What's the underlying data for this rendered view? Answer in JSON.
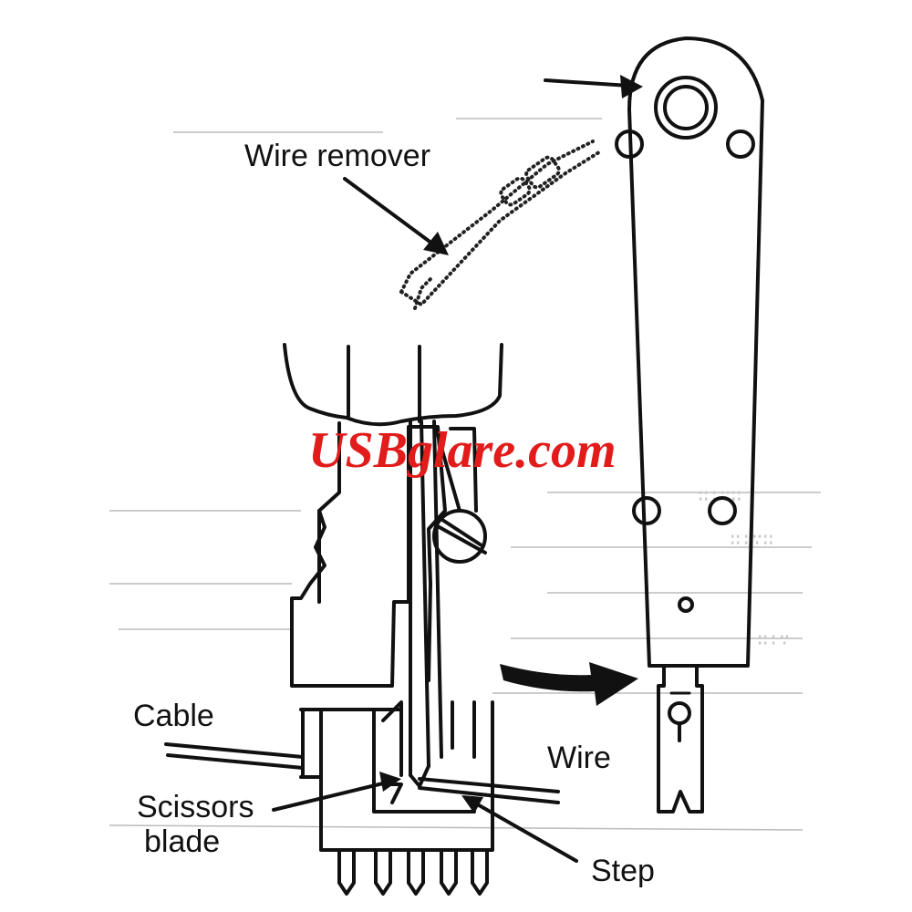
{
  "labels": {
    "wire_remover": "Wire remover",
    "cable": "Cable",
    "wire": "Wire",
    "scissors_line1": "Scissors",
    "scissors_line2": "blade",
    "step": "Step"
  },
  "watermark": {
    "text": "USBglare.com",
    "color": "#e21b1b"
  },
  "ink_color": "#111111"
}
